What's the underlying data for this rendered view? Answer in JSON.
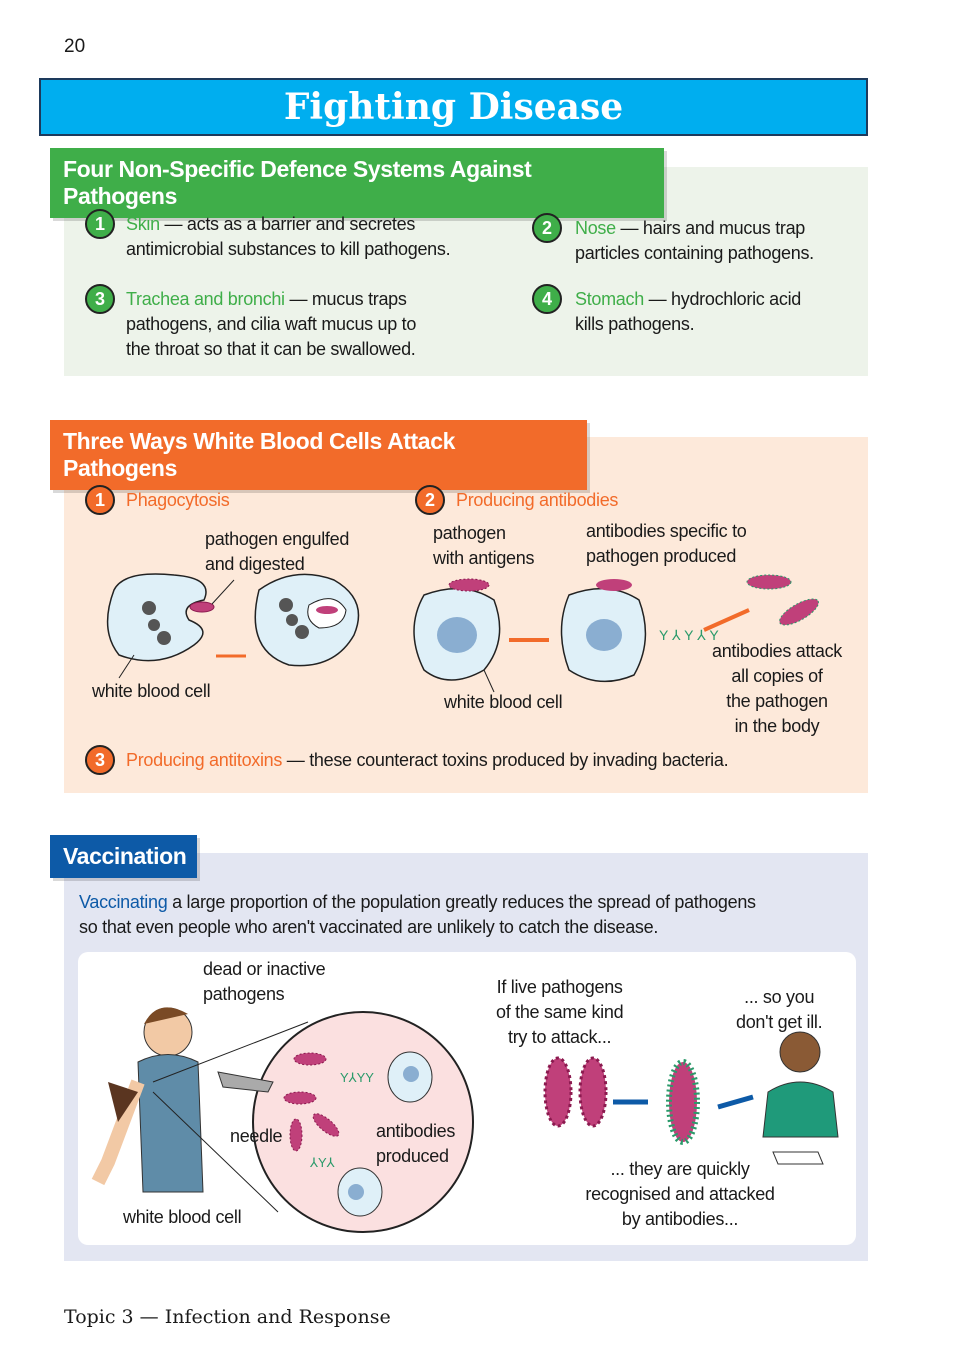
{
  "page_number": "20",
  "title": "Fighting Disease",
  "colors": {
    "title_bg": "#00aeef",
    "green": "#3fae49",
    "orange": "#f26b2a",
    "blue": "#0d5aa7"
  },
  "nonspecific": {
    "heading": "Four Non-Specific Defence Systems Against Pathogens",
    "items": [
      {
        "num": "1",
        "term": "Skin",
        "lines": [
          " — acts as a barrier and secretes",
          "antimicrobial substances to kill pathogens."
        ]
      },
      {
        "num": "2",
        "term": "Nose",
        "lines": [
          " — hairs and mucus trap",
          "particles containing pathogens."
        ]
      },
      {
        "num": "3",
        "term": "Trachea and bronchi",
        "lines": [
          " — mucus traps",
          "pathogens, and cilia waft mucus up to",
          "the throat so that it can be swallowed."
        ]
      },
      {
        "num": "4",
        "term": "Stomach",
        "lines": [
          " — hydrochloric acid",
          "kills pathogens."
        ]
      }
    ]
  },
  "wbc": {
    "heading": "Three Ways White Blood Cells Attack Pathogens",
    "items": [
      {
        "num": "1",
        "term": "Phagocytosis"
      },
      {
        "num": "2",
        "term": "Producing antibodies"
      },
      {
        "num": "3",
        "term": "Producing antitoxins",
        "rest": " — these counteract toxins produced by invading bacteria."
      }
    ],
    "labels": {
      "engulfed": [
        "pathogen engulfed",
        "and digested"
      ],
      "wbc1": "white blood cell",
      "antigens": [
        "pathogen",
        "with antigens"
      ],
      "specific": [
        "antibodies specific to",
        "pathogen produced"
      ],
      "wbc2": "white blood cell",
      "attack": [
        "antibodies attack",
        "all copies of",
        "the pathogen",
        "in the body"
      ]
    }
  },
  "vaccination": {
    "heading": "Vaccination",
    "term": "Vaccinating",
    "line1": " a large proportion of the population greatly reduces the spread of pathogens",
    "line2": "so that even people who aren't vaccinated are unlikely to catch the disease.",
    "labels": {
      "dead": [
        "dead or inactive",
        "pathogens"
      ],
      "needle": "needle",
      "antibodies": [
        "antibodies",
        "produced"
      ],
      "wbc": "white blood cell",
      "live": [
        "If live pathogens",
        "of the same kind",
        "try to attack..."
      ],
      "ill": [
        "... so you",
        "don't get ill."
      ],
      "quick": [
        "... they are quickly",
        "recognised and attacked",
        "by antibodies..."
      ]
    }
  },
  "footer": "Topic 3 — Infection and Response"
}
